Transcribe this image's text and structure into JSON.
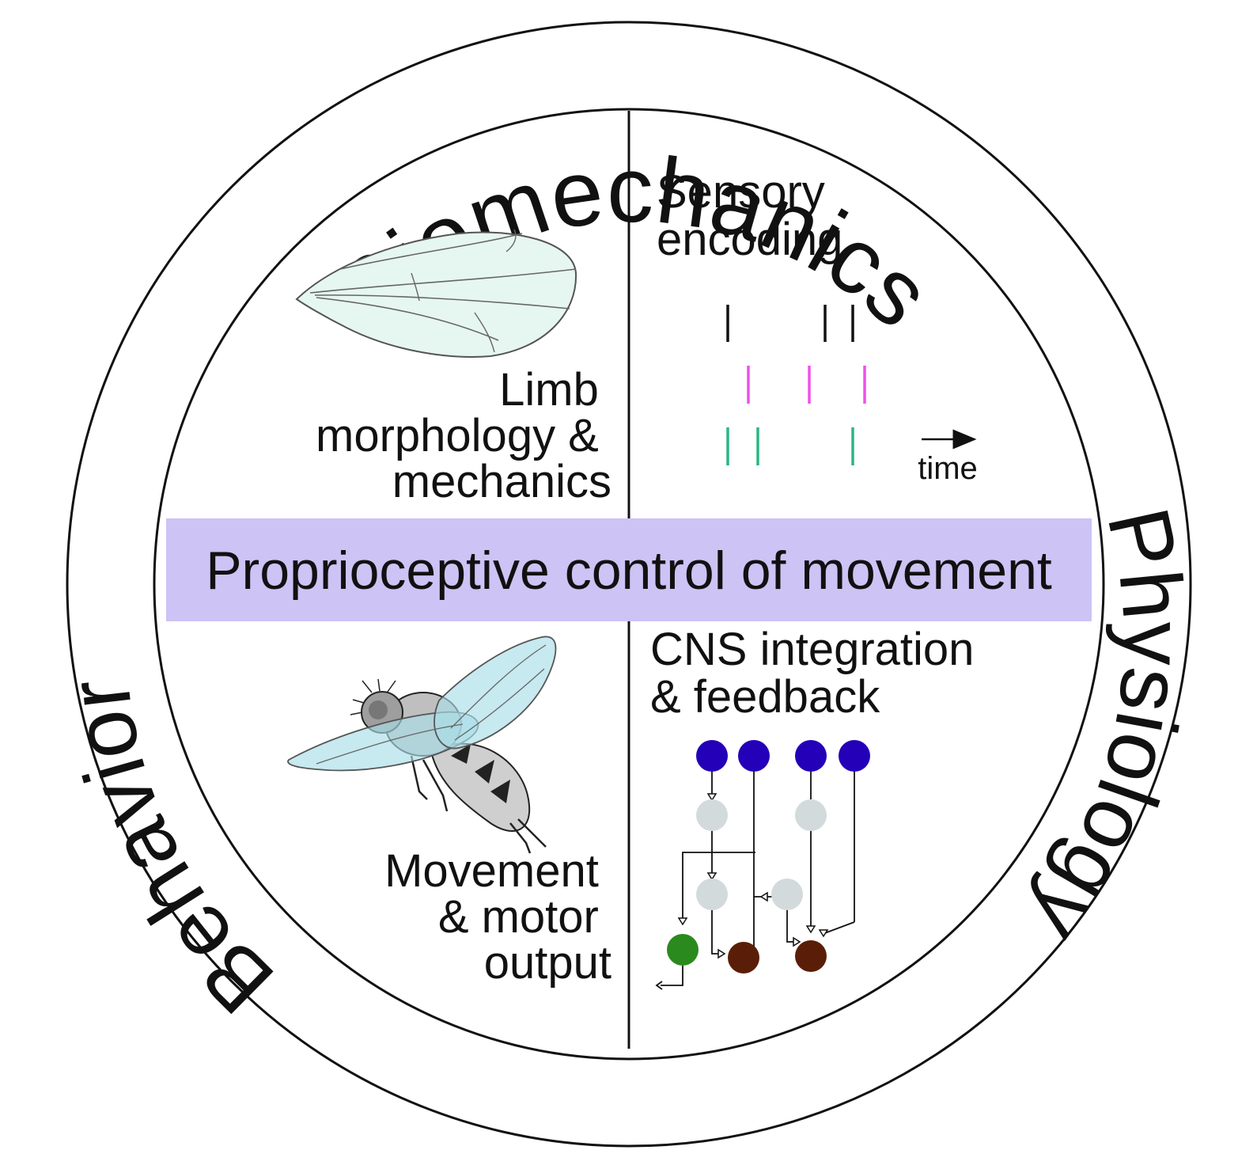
{
  "ring": {
    "top": "Biomechanics",
    "right": "Physiology",
    "left": "Behavior"
  },
  "center_band": {
    "label": "Proprioceptive control of movement",
    "color": "#cdc3f5"
  },
  "quadrants": {
    "top_left": {
      "lines": [
        "Limb",
        "morphology &",
        "mechanics"
      ]
    },
    "top_right": {
      "lines": [
        "Sensory",
        "encoding"
      ],
      "time_label": "time",
      "spike_colors": [
        "#111111",
        "#f050e8",
        "#2bb584"
      ]
    },
    "bottom_left": {
      "lines": [
        "Movement",
        "& motor",
        "output"
      ]
    },
    "bottom_right": {
      "lines": [
        "CNS integration",
        "& feedback"
      ],
      "neuron_colors": {
        "sensory": "#2400b8",
        "interneuron": "#d3dadb",
        "motor": "#5a1e08",
        "output": "#2a8a1e"
      }
    }
  }
}
